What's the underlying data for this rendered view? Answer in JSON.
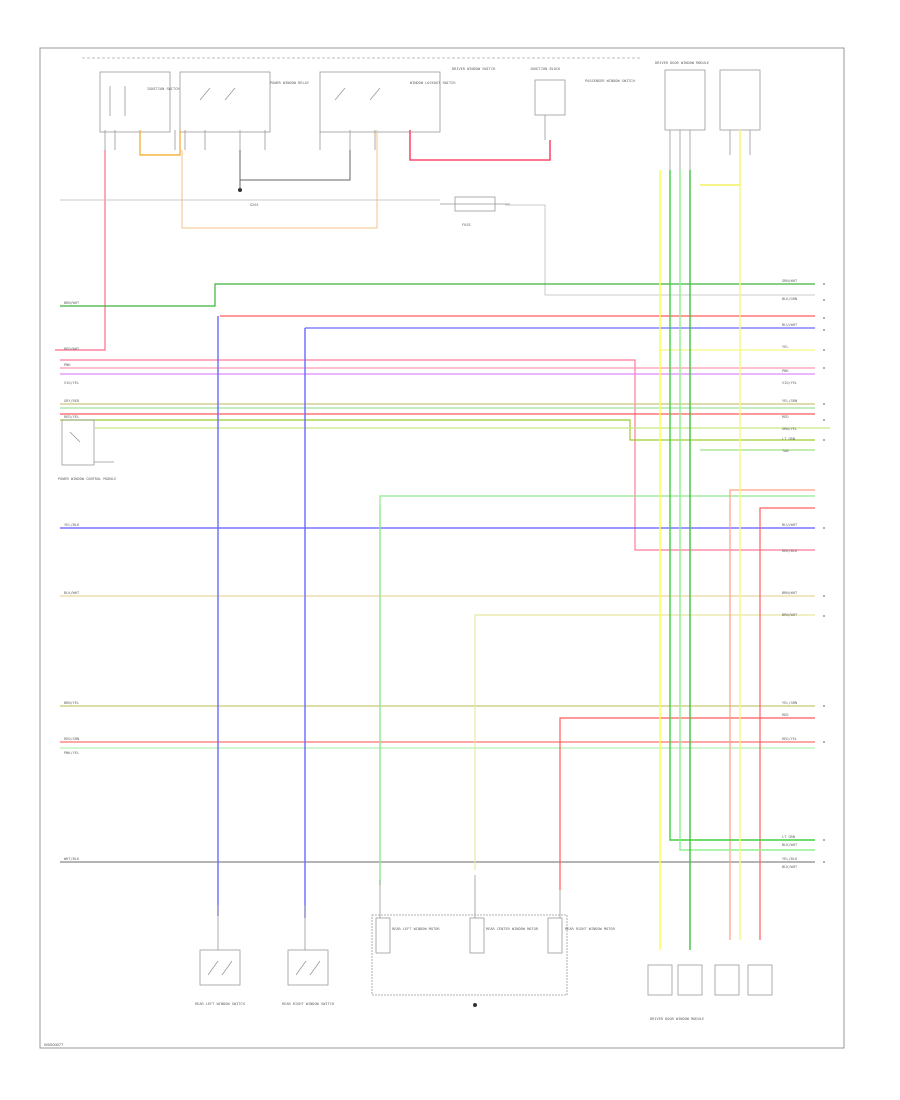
{
  "diagram": {
    "footer_id": "W0000077",
    "fuse_label": "FUSE",
    "ground_label": "G201",
    "lower_switch_labels": [
      "REAR LEFT WINDOW SWITCH",
      "REAR RIGHT WINDOW SWITCH",
      "REAR LEFT WINDOW MOTOR",
      "REAR CENTER WINDOW MOTOR",
      "REAR RIGHT WINDOW MOTOR"
    ],
    "right_component_label": "DRIVER DOOR WINDOW MODULE",
    "top_connector_labels": [
      "IGNITION SWITCH",
      "POWER WINDOW RELAY",
      "WINDOW LOCKOUT SWITCH",
      "DRIVER WINDOW SWITCH",
      "PASSENGER WINDOW SWITCH",
      "JUNCTION BLOCK"
    ],
    "left_component_label": "POWER WINDOW CONTROL MODULE",
    "bus_labels_left": [
      "BRN/WHT",
      "RED/WHT",
      "PNK",
      "VIO/YEL",
      "GRY/RED",
      "RED/YEL",
      "YEL/BLK",
      "BLK/WHT",
      "BRN/YEL",
      "RED/GRN",
      "PNK/YEL",
      "WHT/BLK"
    ],
    "bus_labels_right": [
      "GRN/WHT",
      "BLK/GRN",
      "BLU/WHT",
      "YEL",
      "PNK",
      "VIO/YEL",
      "YEL/GRN",
      "RED",
      "GRN/YEL",
      "LT GRN",
      "TAN",
      "BLU/WHT",
      "RED/BLK",
      "BRN/WHT",
      "BRN/WHT",
      "YEL/GRN",
      "RED",
      "RED/YEL",
      "LT GRN",
      "BLK/WHT",
      "YEL/BLK",
      "BLK/WHT"
    ]
  }
}
